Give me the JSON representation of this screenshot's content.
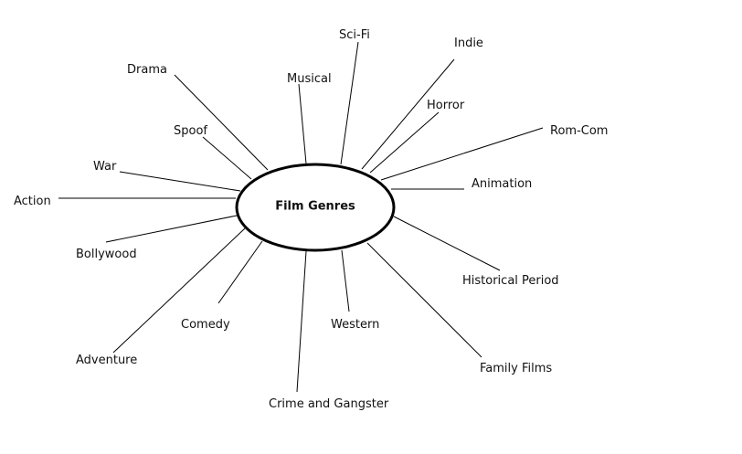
{
  "center": {
    "label": "Film Genres"
  },
  "genres": [
    "Sci-Fi",
    "Indie",
    "Drama",
    "Musical",
    "Horror",
    "Spoof",
    "Rom-Com",
    "War",
    "Animation",
    "Action",
    "Bollywood",
    "Historical Period",
    "Comedy",
    "Western",
    "Adventure",
    "Family Films",
    "Crime and Gangster"
  ]
}
